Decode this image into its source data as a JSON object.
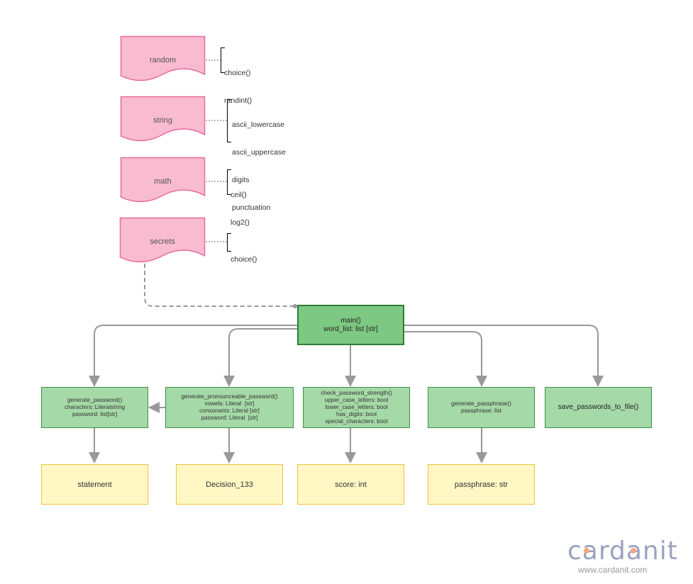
{
  "modules": [
    {
      "name": "random",
      "items": [
        "choice()",
        "randint()"
      ]
    },
    {
      "name": "string",
      "items": [
        "ascii_lowercase",
        "ascii_uppercase",
        "digits",
        "punctuation"
      ]
    },
    {
      "name": "math",
      "items": [
        "ceil()",
        "log2()"
      ]
    },
    {
      "name": "secrets",
      "items": [
        "choice()"
      ]
    }
  ],
  "main": {
    "lines": [
      "main()",
      "word_list: list [str]"
    ]
  },
  "functions": [
    {
      "id": "gen_password",
      "lines": [
        "generate_password()",
        "characters: Literalstring",
        "password: list[str]"
      ]
    },
    {
      "id": "gen_pronounceable",
      "lines": [
        "generate_pronounceable_password()",
        "vowels: Literal  [str]",
        "consonants: Literal [str]",
        "password: Literal  [str]"
      ]
    },
    {
      "id": "check_strength",
      "lines": [
        "check_password_strength()",
        "upper_case_letters: bool",
        "lower_case_letters: bool",
        "has_digits: bool",
        "special_characters: bool"
      ]
    },
    {
      "id": "gen_passphrase",
      "lines": [
        "generate_passphrase()",
        "passphrase: list"
      ]
    },
    {
      "id": "save_file",
      "lines": [
        "save_passwords_to_file()"
      ]
    }
  ],
  "outputs": [
    "statement",
    "Decision_133",
    "score: int",
    "passphrase: str"
  ],
  "logo": {
    "text": "cardanit",
    "url": "www.cardanit.com"
  },
  "colors": {
    "module_fill": "#f8bbd0",
    "module_stroke": "#e86b9a",
    "connector": "#999999"
  }
}
